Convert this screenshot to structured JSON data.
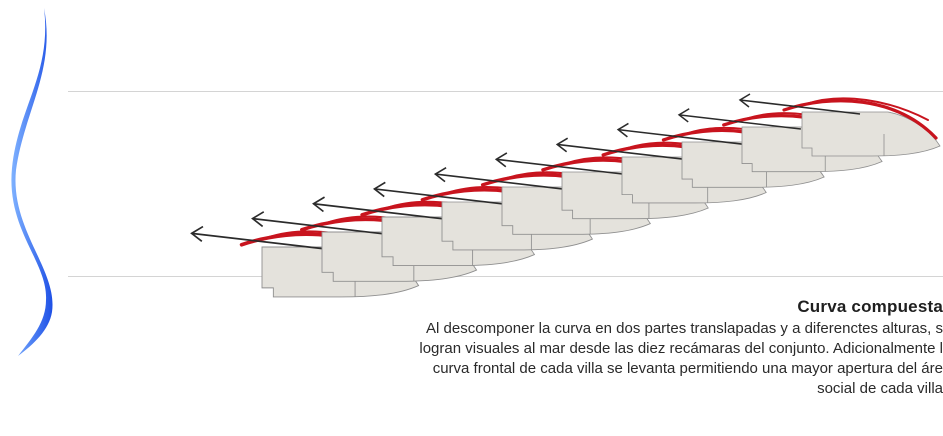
{
  "colors": {
    "wave_light": "#7fb2ff",
    "wave_dark": "#1e50e6",
    "curve_red": "#c8141e",
    "villa_fill": "#e4e2dc",
    "villa_stroke": "#8f8f8f",
    "arrow": "#2b2b2b",
    "band_line": "#d4d4d4"
  },
  "icons": {
    "wave": "blue-wave-ribbon",
    "arrow": "left-arrow"
  },
  "caption": {
    "title": "Curva compuesta",
    "lines": [
      "Al descomponer la curva en dos partes translapadas y a diferenctes alturas, s",
      "logran visuales al mar desde las diez recámaras del conjunto. Adicionalmente l",
      "curva frontal de cada villa se levanta permitiendo una mayor apertura del áre",
      "social de cada villa"
    ]
  },
  "villas": {
    "count": 10
  }
}
